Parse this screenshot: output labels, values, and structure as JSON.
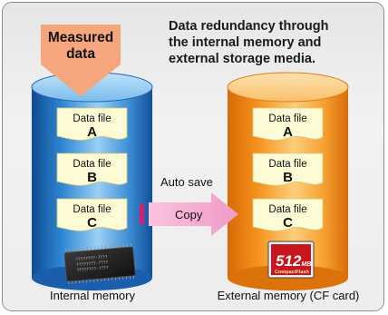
{
  "title_lines": [
    "Data redundancy through",
    "the internal memory and",
    "external storage media."
  ],
  "measured_lines": [
    "Measured",
    "data"
  ],
  "left_cylinder": {
    "caption": "Internal memory",
    "files": [
      {
        "name": "Data file",
        "letter": "A"
      },
      {
        "name": "Data file",
        "letter": "B"
      },
      {
        "name": "Data file",
        "letter": "C"
      }
    ],
    "chip_text": [
      "????????-????",
      "????????-????",
      "????????-????"
    ]
  },
  "right_cylinder": {
    "caption": "External memory (CF card)",
    "files": [
      {
        "name": "Data file",
        "letter": "A"
      },
      {
        "name": "Data file",
        "letter": "B"
      },
      {
        "name": "Data file",
        "letter": "C"
      }
    ],
    "cf_card": {
      "capacity": "512",
      "unit": "MB",
      "brand": "CompactFlash"
    }
  },
  "auto_save_label": "Auto save",
  "copy_label": "Copy",
  "colors": {
    "blue_cylinder": "#2a78c4",
    "orange_cylinder": "#f08a1c",
    "measured_arrow": "#f6a67d",
    "copy_arrow": "#f4a6cf",
    "file_card": "#fdfbd6",
    "copy_handle": "#e0186e"
  }
}
